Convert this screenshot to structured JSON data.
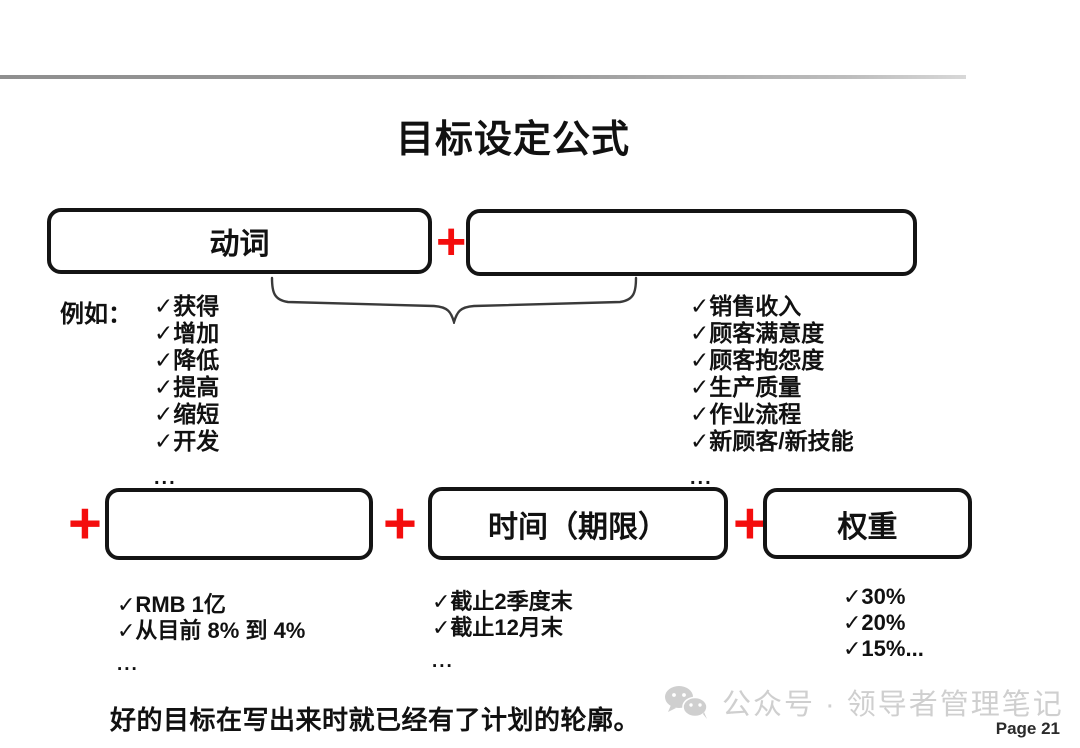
{
  "slide": {
    "title": "目标设定公式",
    "page_label": "Page 21",
    "caption": "好的目标在写出来时就已经有了计划的轮廓。",
    "accent_color": "#f40d0d",
    "rule_color": "#9a9a9a",
    "text_color": "#111111"
  },
  "formula": {
    "plus_symbol": "+",
    "row1": {
      "verb_box": "动词",
      "target_box": ""
    },
    "row2": {
      "value_box": "",
      "time_box": "时间（期限）",
      "weight_box": "权重"
    }
  },
  "lists": {
    "example_label": "例如：",
    "ellipsis": "...",
    "check_mark": "✓",
    "verbs": [
      "获得",
      "增加",
      "降低",
      "提高",
      "缩短",
      "开发"
    ],
    "targets": [
      "销售收入",
      "顾客满意度",
      "顾客抱怨度",
      "生产质量",
      "作业流程",
      "新顾客/新技能"
    ],
    "values": [
      "RMB 1亿",
      "从目前 8% 到 4%"
    ],
    "times": [
      "截止2季度末",
      "截止12月末"
    ],
    "weights": [
      "30%",
      "20%",
      "15%..."
    ]
  },
  "watermark": {
    "icon": "wechat-icon",
    "text": "公众号 · 领导者管理笔记"
  }
}
